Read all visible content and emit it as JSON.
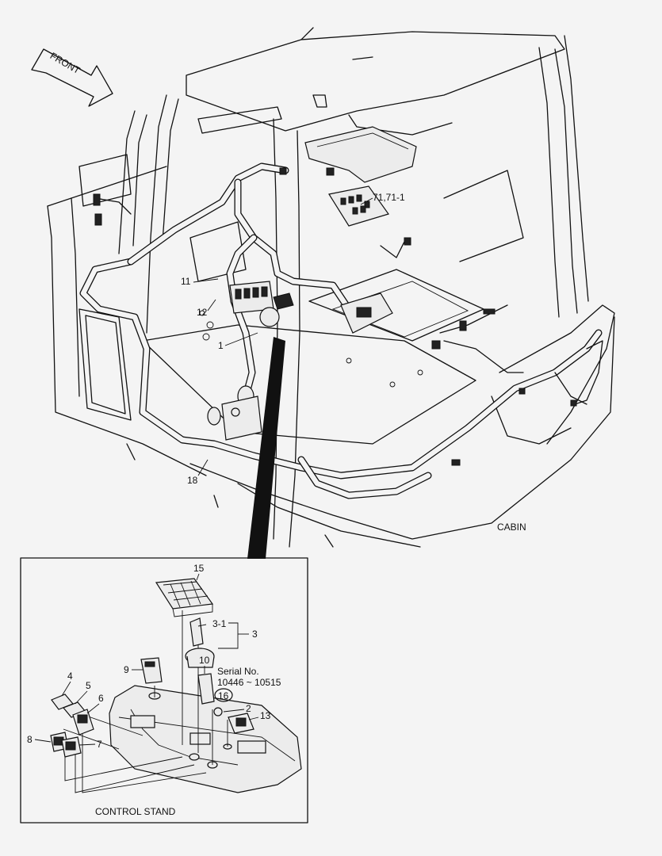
{
  "labels": {
    "front": "FRONT",
    "cabin": "CABIN",
    "control_stand": "CONTROL STAND",
    "serial_title": "Serial No.",
    "serial_range": "10446 ~ 10515",
    "callout_71": "71,71-1",
    "callout_11": "11",
    "callout_12": "12",
    "callout_1": "1",
    "callout_18": "18",
    "callout_15": "15",
    "callout_3_1": "3-1",
    "callout_3": "3",
    "callout_9": "9",
    "callout_10": "10",
    "callout_16": "16",
    "callout_2": "2",
    "callout_13": "13",
    "callout_4": "4",
    "callout_5": "5",
    "callout_6": "6",
    "callout_8": "8",
    "callout_7": "7"
  },
  "colors": {
    "line": "#111111",
    "background": "#f4f4f4"
  }
}
